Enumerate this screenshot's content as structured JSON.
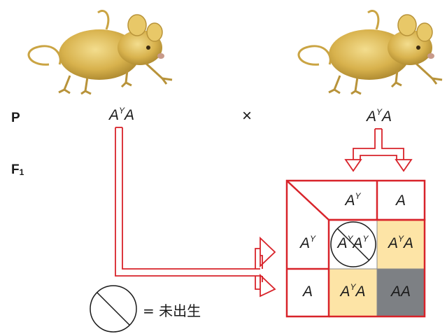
{
  "generations": {
    "p_label": "P",
    "f1_label": "F",
    "f1_sub": "1"
  },
  "cross": {
    "symbol": "×",
    "parent_left": {
      "base": "A",
      "sup": "Y",
      "second": "A"
    },
    "parent_right": {
      "base": "A",
      "sup": "Y",
      "second": "A"
    }
  },
  "punnett": {
    "top_headers": [
      {
        "base": "A",
        "sup": "Y"
      },
      {
        "base": "A",
        "sup": ""
      }
    ],
    "left_headers": [
      {
        "base": "A",
        "sup": "Y"
      },
      {
        "base": "A",
        "sup": ""
      }
    ],
    "cells": [
      [
        {
          "text": "A",
          "sup": "Y",
          "rest": "A",
          "sup2": "Y",
          "status": "unborn"
        },
        {
          "text": "A",
          "sup": "Y",
          "rest": "A",
          "sup2": "",
          "status": "yellow"
        }
      ],
      [
        {
          "text": "A",
          "sup": "Y",
          "rest": "A",
          "sup2": "",
          "status": "yellow"
        },
        {
          "text": "AA",
          "sup": "",
          "rest": "",
          "sup2": "",
          "status": "agouti"
        }
      ]
    ]
  },
  "legend": {
    "text": "= 未出生"
  },
  "colors": {
    "grid_red": "#d8232a",
    "yellow_cell": "#fde4a6",
    "gray_cell": "#7d8084",
    "mouse_body": "#d9b451",
    "arrow_red": "#d8232a"
  }
}
